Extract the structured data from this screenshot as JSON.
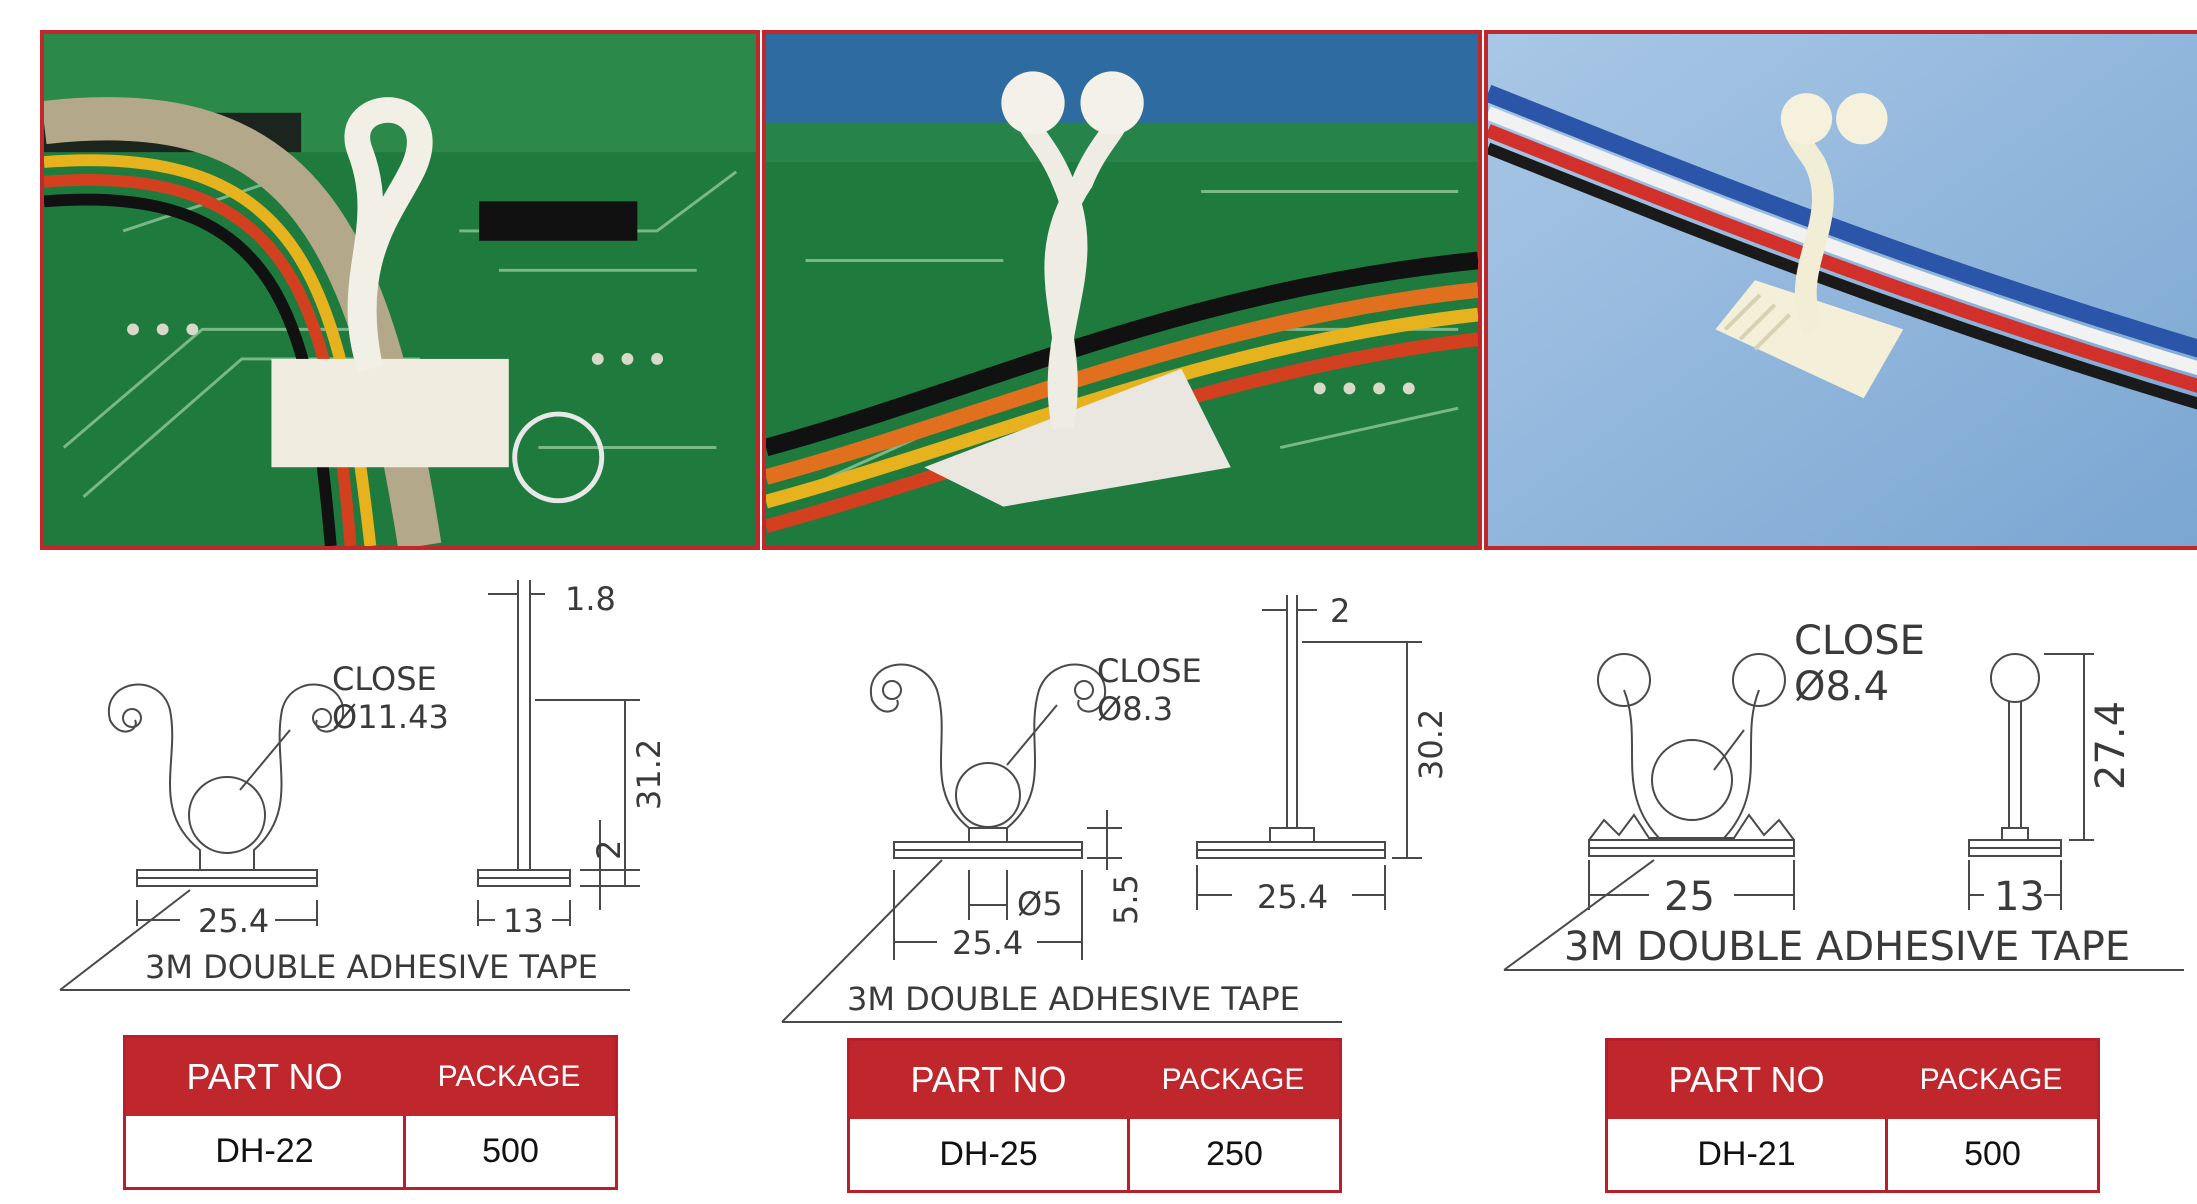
{
  "products": [
    {
      "close_label": "CLOSE",
      "close_dia": "Ø11.43",
      "thickness": "1.8",
      "height": "31.2",
      "base_thickness": "2",
      "base_width": "25.4",
      "side_width": "13",
      "tape_label": "3M DOUBLE ADHESIVE TAPE",
      "table": {
        "part_header": "PART NO",
        "package_header": "PACKAGE",
        "part_no": "DH-22",
        "package": "500"
      }
    },
    {
      "close_label": "CLOSE",
      "close_dia": "Ø8.3",
      "thickness": "2",
      "height": "30.2",
      "base_thickness": "5.5",
      "stem_dia": "Ø5",
      "base_width": "25.4",
      "side_width": "25.4",
      "tape_label": "3M DOUBLE ADHESIVE TAPE",
      "table": {
        "part_header": "PART NO",
        "package_header": "PACKAGE",
        "part_no": "DH-25",
        "package": "250"
      }
    },
    {
      "close_label": "CLOSE",
      "close_dia": "Ø8.4",
      "height": "27.4",
      "base_width": "25",
      "side_width": "13",
      "tape_label": "3M DOUBLE ADHESIVE TAPE",
      "table": {
        "part_header": "PART NO",
        "package_header": "PACKAGE",
        "part_no": "DH-21",
        "package": "500"
      }
    }
  ],
  "colors": {
    "frame_red": "#c0282b",
    "pcb_green": "#1f7a3e",
    "sky_blue": "#8fb6dc"
  }
}
